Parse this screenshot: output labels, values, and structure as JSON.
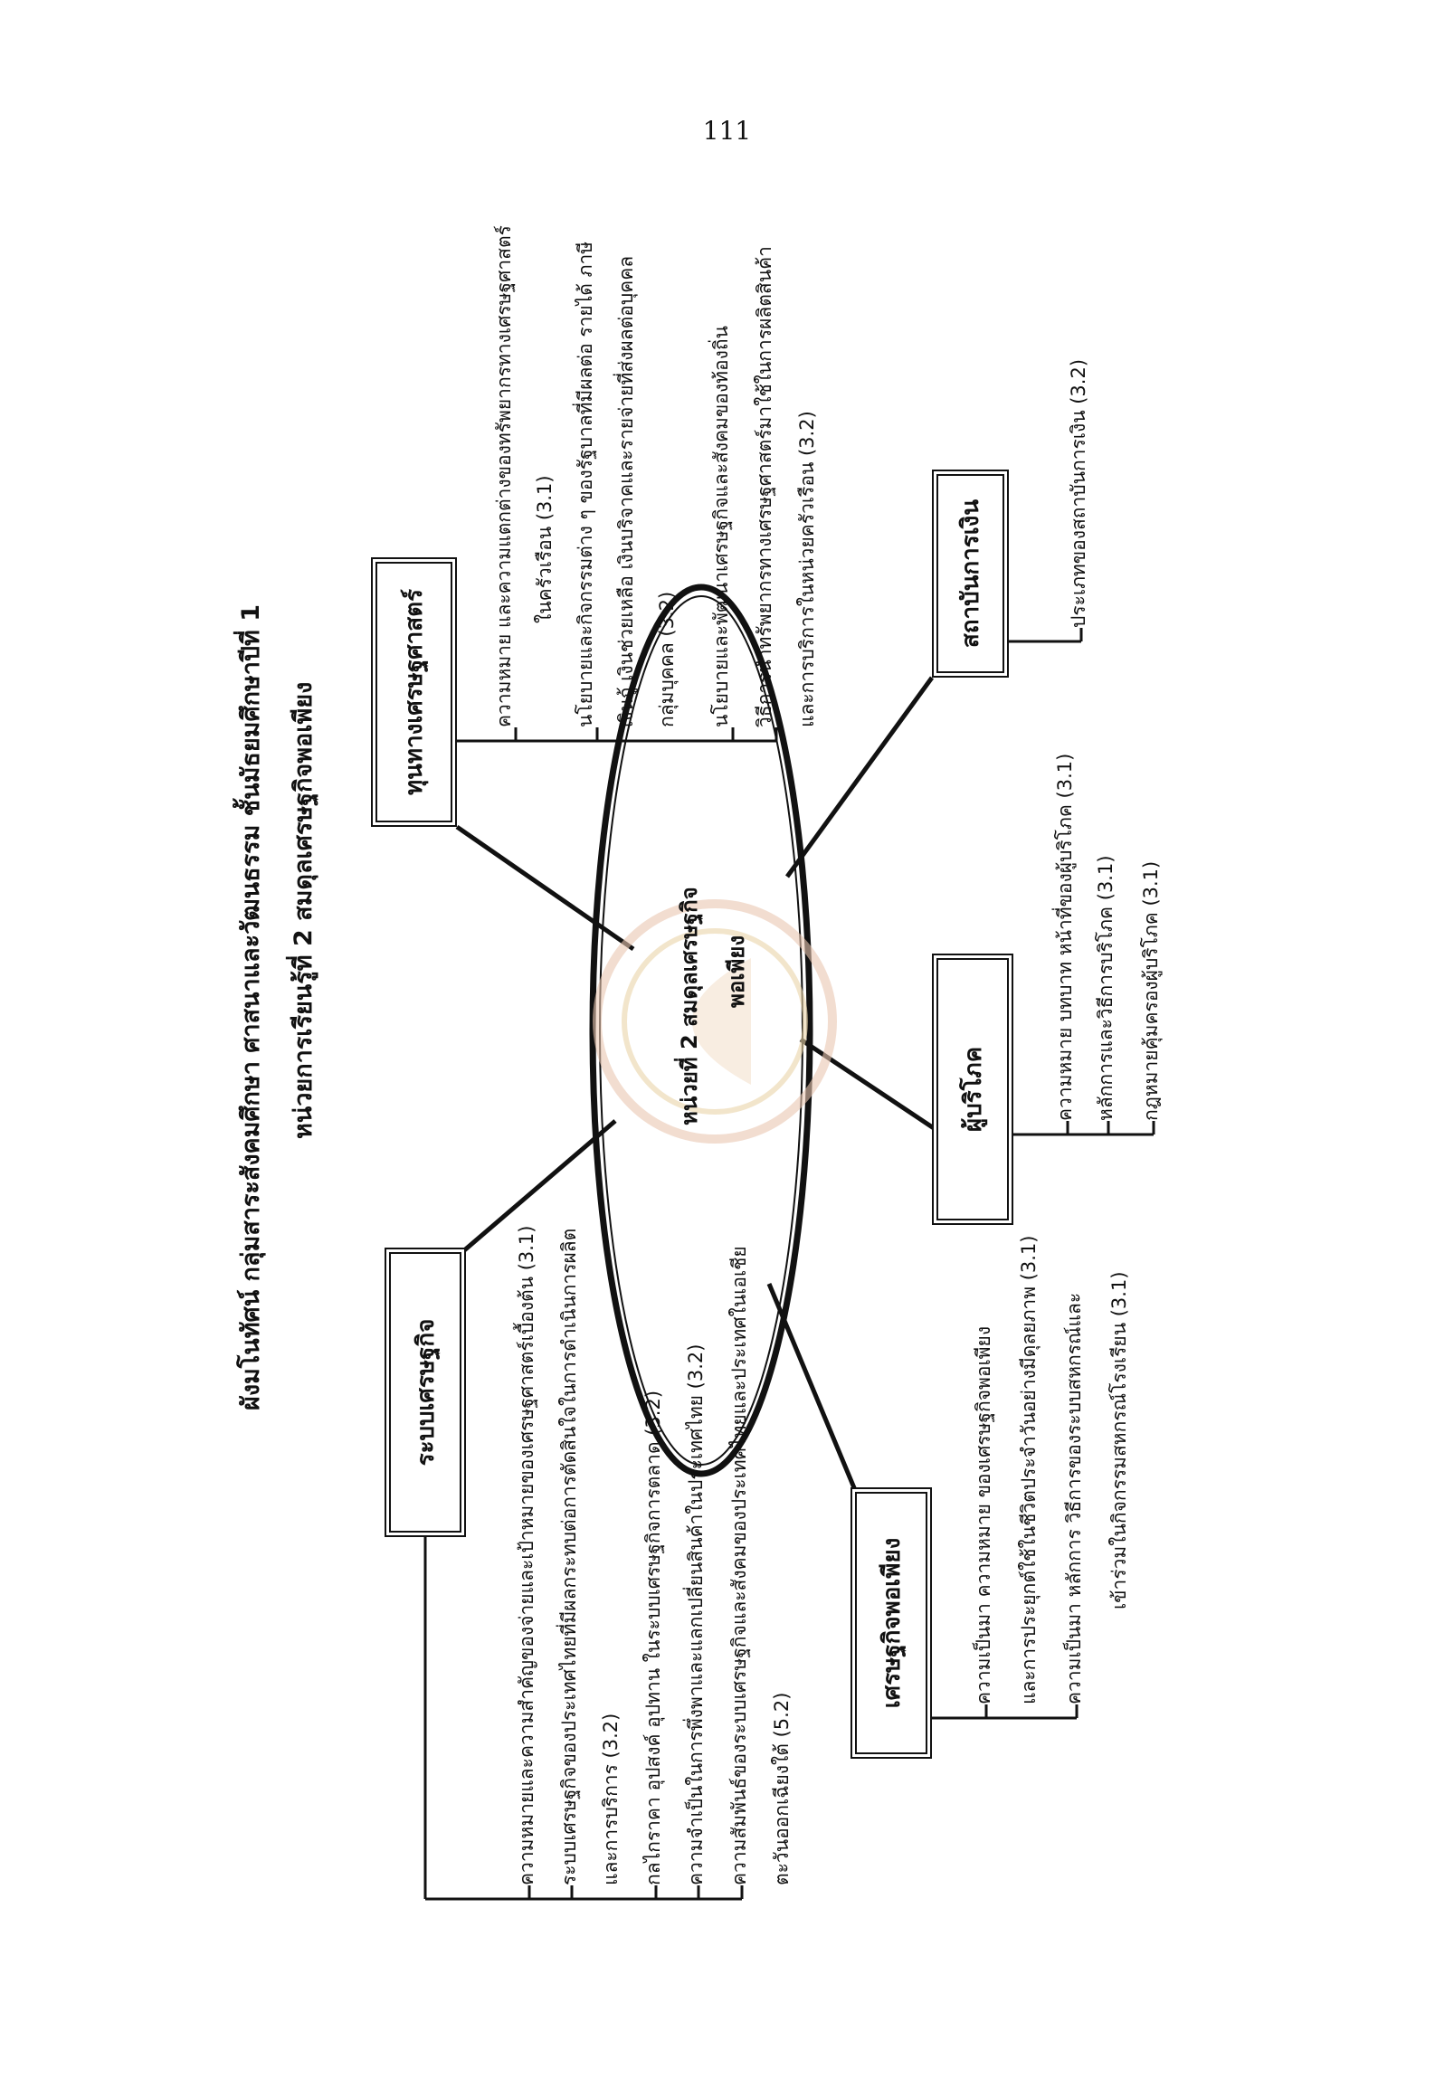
{
  "page_number": "111",
  "title": {
    "line1": "ผังมโนทัศน์  กลุ่มสาระสังคมศึกษา  ศาสนาและวัฒนธรรม  ชั้นมัธยมศึกษาปีที่  1",
    "line2": "หน่วยการเรียนรู้ที่  2  สมดุลเศรษฐกิจพอเพียง"
  },
  "center": {
    "line1": "หน่วยที่ 2  สมดุลเศรษฐกิจ",
    "line2": "พอเพียง"
  },
  "nodes": {
    "economic_system": {
      "label": "ระบบเศรษฐกิจ",
      "items": [
        "ความหมายและความสำคัญของจ่ายและเป้าหมายของเศรษฐศาสตร์เบื้องต้น (3.1)",
        "ระบบเศรษฐกิจของประเทศไทยที่มีผลกระทบต่อการตัดสินใจในการดำเนินการผลิต",
        "และการบริการ (3.2)",
        "กลไกราคา  อุปสงค์  อุปทาน  ในระบบเศรษฐกิจการตลาด (3.2)",
        "ความจำเป็นในการพึ่งพาและแลกเปลี่ยนสินค้าในประเทศไทย (3.2)",
        "ความสัมพันธ์ของระบบเศรษฐกิจและสังคมของประเทศไทยและประเทศในเอเชีย",
        "ตะวันออกเฉียงใต้ (5.2)"
      ]
    },
    "economic_capital": {
      "label": "ทุนทางเศรษฐศาสตร์",
      "items": [
        "ความหมาย  และความแตกต่างของทรัพยากรทางเศรษฐศาสตร์",
        "ในครัวเรือน (3.1)",
        "นโยบายและกิจกรรมต่าง ๆ ของรัฐบาลที่มีผลต่อ  รายได้  ภาษี",
        "เงินกู้  เงินช่วยเหลือ  เงินบริจาคและรายจ่ายที่ส่งผลต่อบุคคล",
        "กลุ่มบุคคล (3.2)",
        "นโยบายและพัฒนาเศรษฐกิจและสังคมของท้องถิ่น",
        "วิธีการนำทรัพยากรทางเศรษฐศาสตร์มาใช้ในการผลิตสินค้า",
        "และการบริการในหน่วยครัวเรือน (3.2)"
      ]
    },
    "financial_institution": {
      "label": "สถาบันการเงิน",
      "items": [
        "ประเภทของสถาบันการเงิน (3.2)"
      ]
    },
    "consumer": {
      "label": "ผู้บริโภค",
      "items": [
        "ความหมาย  บทบาท  หน้าที่ของผู้บริโภค (3.1)",
        "หลักการและวิธีการบริโภค (3.1)",
        "กฎหมายคุ้มครองผู้บริโภค (3.1)"
      ]
    },
    "sufficiency_economy": {
      "label": "เศรษฐกิจพอเพียง",
      "items": [
        "ความเป็นมา  ความหมาย  ของเศรษฐกิจพอเพียง",
        "และการประยุกต์ใช้ในชีวิตประจำวันอย่างมีดุลยภาพ (3.1)",
        "ความเป็นมา  หลักการ  วิธีการของระบบสหกรณ์และ",
        "เข้าร่วมในกิจกรรมสหกรณ์โรงเรียน (3.1)"
      ]
    }
  }
}
